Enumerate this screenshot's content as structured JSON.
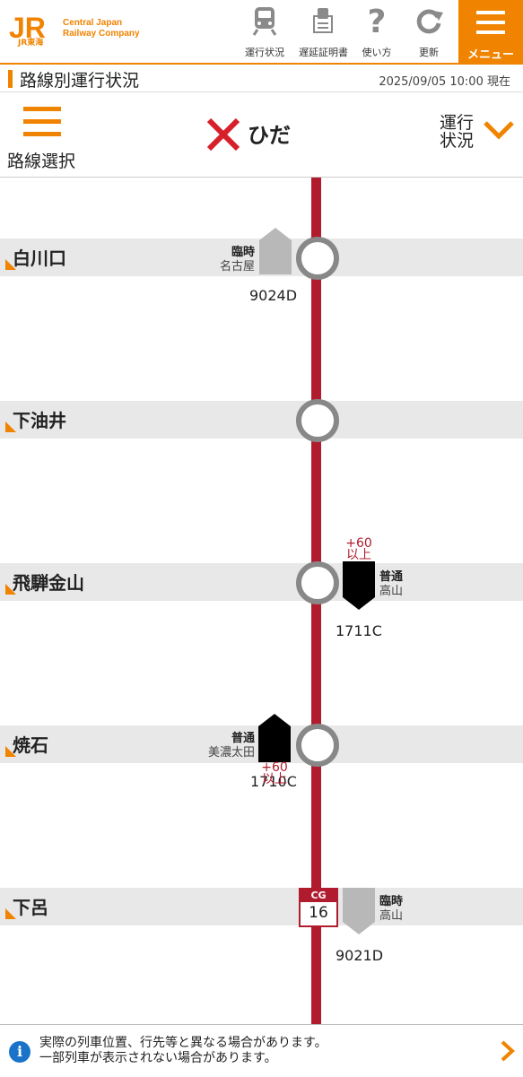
{
  "brand": {
    "logo_mark": "JR",
    "logo_sub": "JR東海",
    "company_line1": "Central Japan",
    "company_line2": "Railway Company"
  },
  "header_buttons": [
    {
      "label": "運行状況",
      "icon": "train-icon"
    },
    {
      "label": "遅延証明書",
      "icon": "certificate-icon"
    },
    {
      "label": "使い方",
      "icon": "help-icon"
    },
    {
      "label": "更新",
      "icon": "refresh-icon"
    }
  ],
  "menu_label": "メニュー",
  "page": {
    "title": "路線別運行状況",
    "timestamp": "2025/09/05 10:00 現在"
  },
  "controls": {
    "route_select_label": "路線選択",
    "line_name": "ひだ",
    "status_label_1": "運行",
    "status_label_2": "状況"
  },
  "stations": [
    {
      "name": "白川口"
    },
    {
      "name": "下油井"
    },
    {
      "name": "飛騨金山"
    },
    {
      "name": "焼石"
    },
    {
      "name": "下呂"
    }
  ],
  "trains": [
    {
      "type": "臨時",
      "dest": "名古屋",
      "number": "9024D",
      "delay": ""
    },
    {
      "type": "普通",
      "dest": "高山",
      "number": "1711C",
      "delay_line1": "+60",
      "delay_line2": "以上"
    },
    {
      "type": "普通",
      "dest": "美濃太田",
      "number": "1710C",
      "delay_line1": "+60",
      "delay_line2": "以上"
    },
    {
      "type": "臨時",
      "dest": "高山",
      "number": "9021D",
      "delay": ""
    }
  ],
  "station_code": {
    "line": "CG",
    "number": "16"
  },
  "footer": {
    "line1": "実際の列車位置、行先等と異なる場合があります。",
    "line2": "一部列車が表示されない場合があります。"
  },
  "colors": {
    "accent": "#f08300",
    "rail": "#b01c2e",
    "station_band": "#e8e8e8",
    "info": "#1a73c8"
  }
}
